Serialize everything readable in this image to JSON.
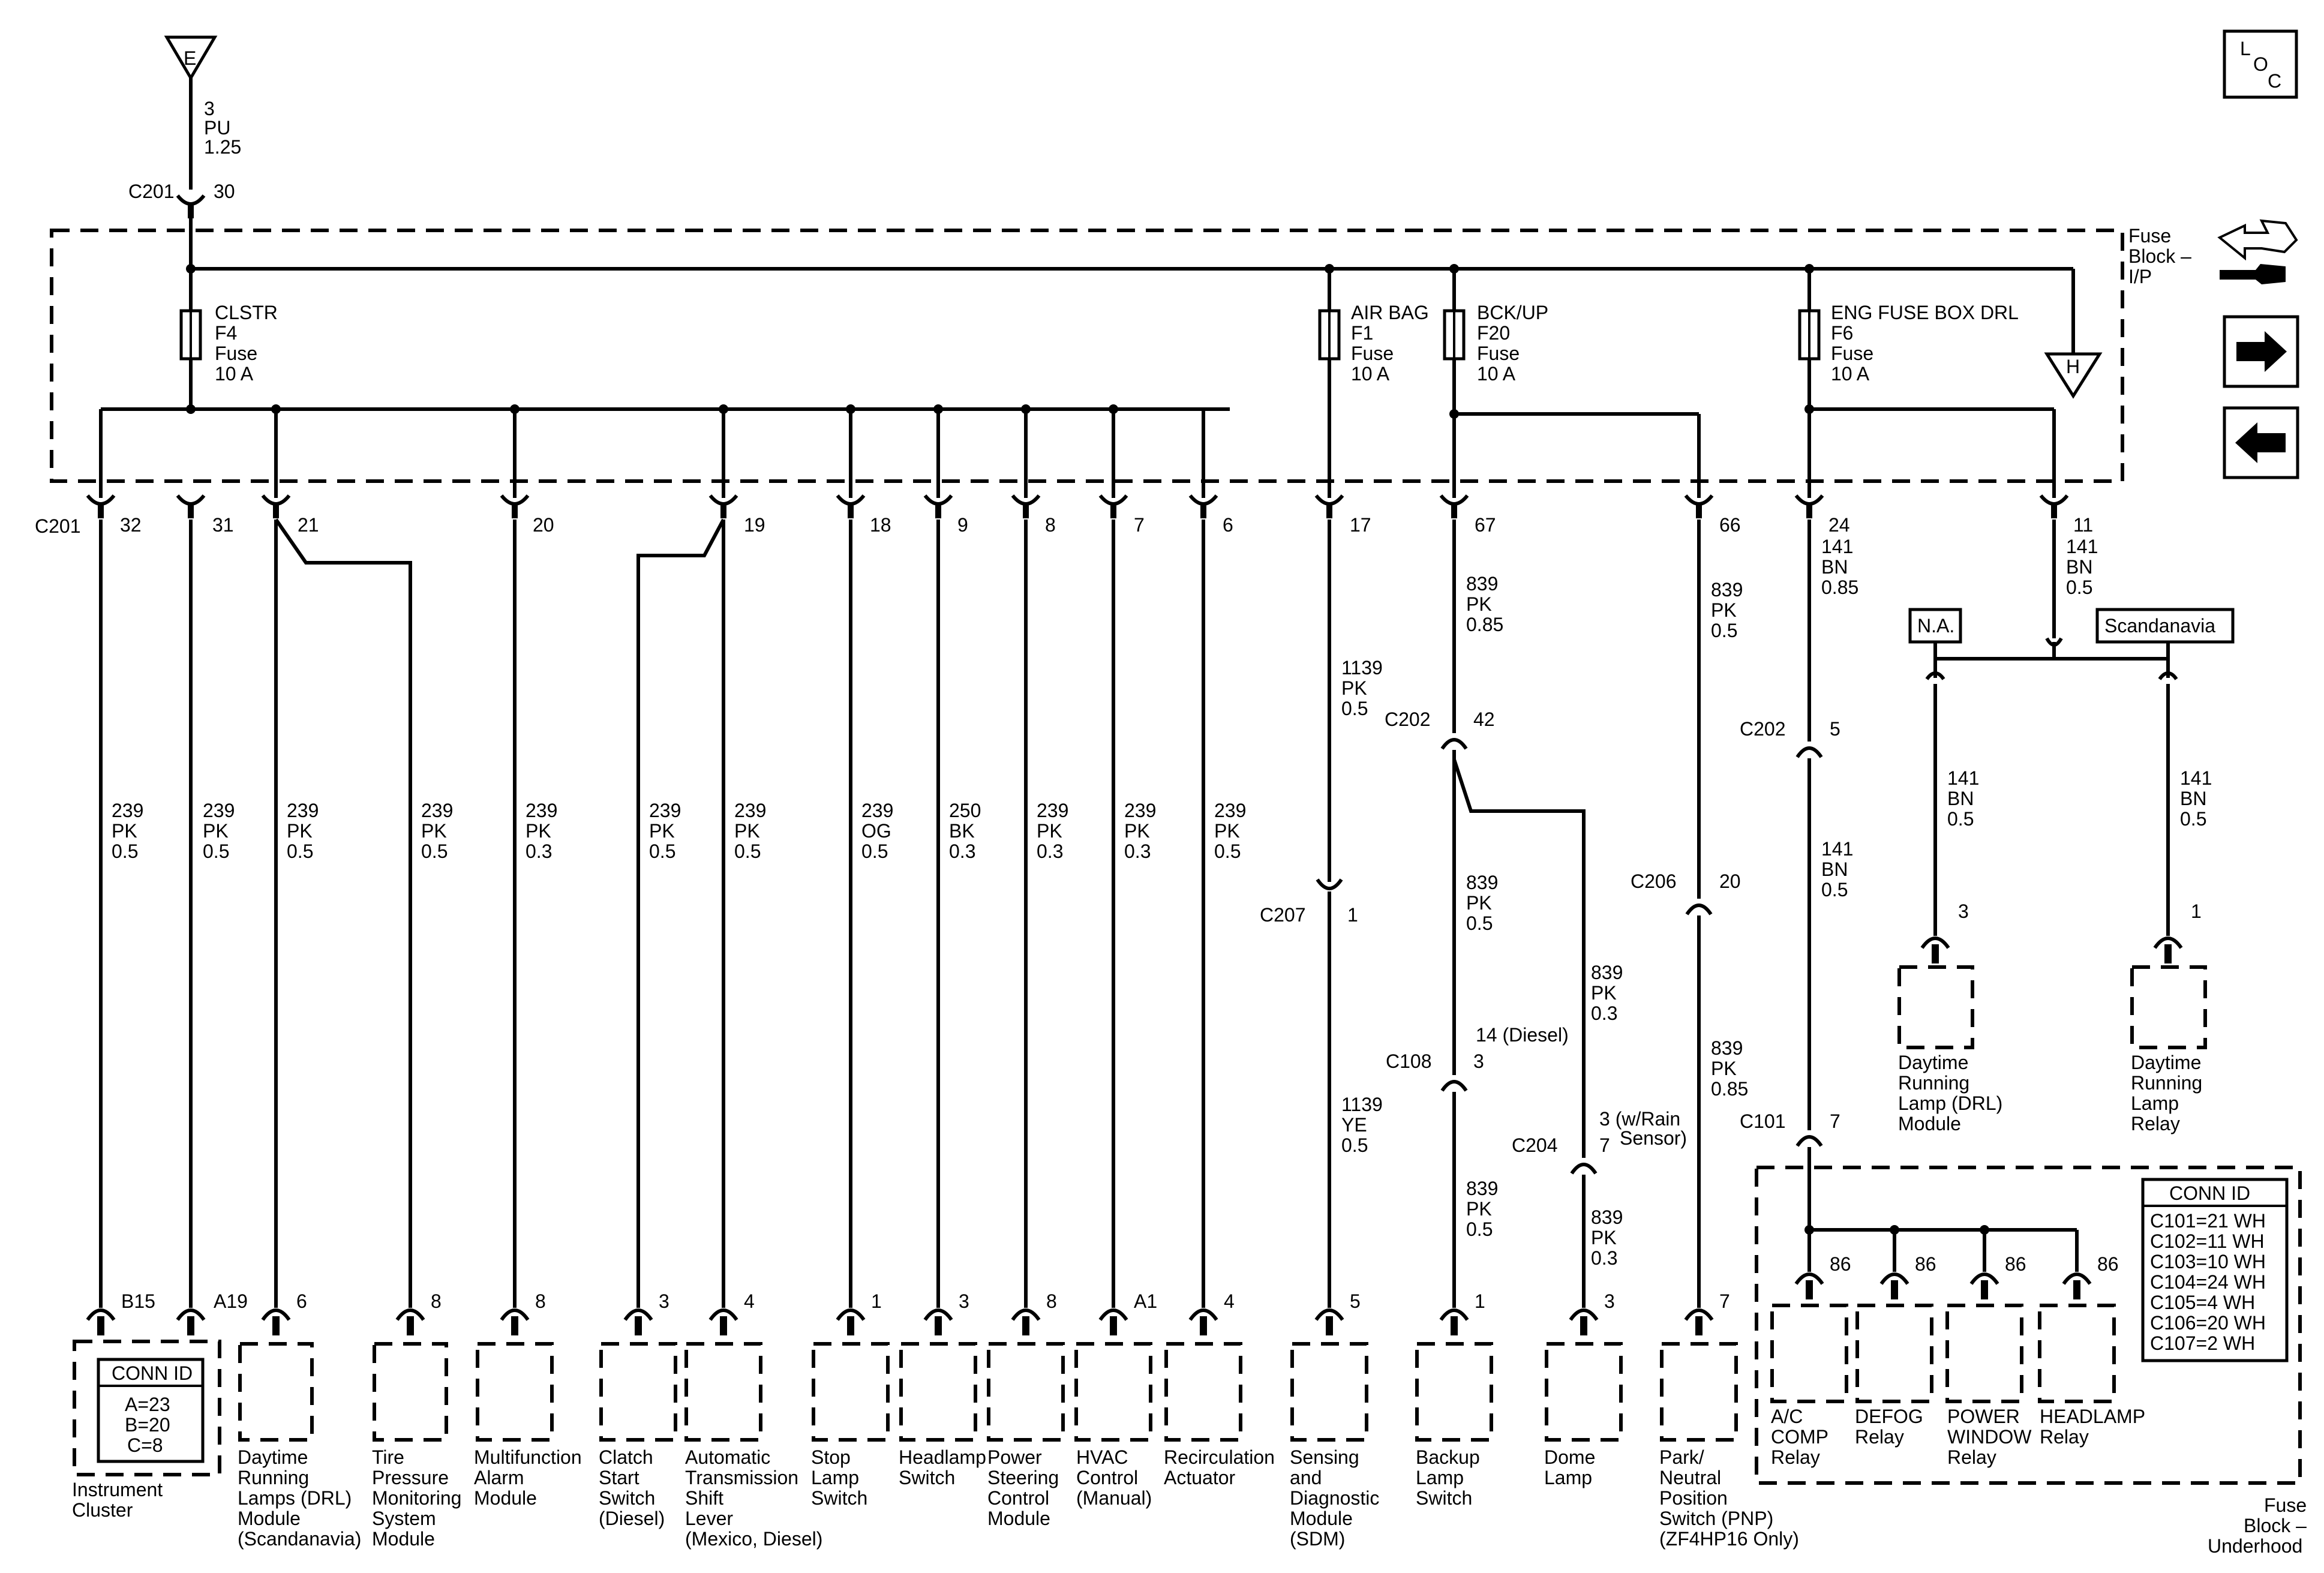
{
  "fuse_block_ip": "Fuse Block – I/P",
  "fuse_block_underhood": "Fuse Block – Underhood",
  "loc": {
    "l": "L",
    "o": "O",
    "c": "C"
  },
  "icons": [
    "nav-swap-icon",
    "next-arrow-icon",
    "prev-arrow-icon"
  ],
  "source": {
    "ref": "E",
    "circuit": "3",
    "color": "PU",
    "gauge": "1.25",
    "conn": "C201",
    "pin": "30"
  },
  "fuses": [
    {
      "name": "CLSTR",
      "id": "F4",
      "type": "Fuse",
      "rating": "10 A"
    },
    {
      "name": "AIR BAG",
      "id": "F1",
      "type": "Fuse",
      "rating": "10 A"
    },
    {
      "name": "BCK/UP",
      "id": "F20",
      "type": "Fuse",
      "rating": "10 A"
    },
    {
      "name": "ENG FUSE BOX DRL",
      "id": "F6",
      "type": "Fuse",
      "rating": "10 A"
    }
  ],
  "ref_h": "H",
  "c201_label": "C201",
  "c201_pins": [
    "32",
    "31",
    "21",
    "20",
    "19",
    "18",
    "9",
    "8",
    "7",
    "6",
    "17",
    "67",
    "66",
    "24",
    "11"
  ],
  "wires": [
    {
      "circuit": "239",
      "color": "PK",
      "gauge": "0.5"
    },
    {
      "circuit": "239",
      "color": "PK",
      "gauge": "0.5"
    },
    {
      "circuit": "239",
      "color": "PK",
      "gauge": "0.5"
    },
    {
      "circuit": "239",
      "color": "PK",
      "gauge": "0.5"
    },
    {
      "circuit": "239",
      "color": "PK",
      "gauge": "0.3"
    },
    {
      "circuit": "239",
      "color": "PK",
      "gauge": "0.5"
    },
    {
      "circuit": "239",
      "color": "PK",
      "gauge": "0.5"
    },
    {
      "circuit": "239",
      "color": "OG",
      "gauge": "0.5"
    },
    {
      "circuit": "250",
      "color": "BK",
      "gauge": "0.3"
    },
    {
      "circuit": "239",
      "color": "PK",
      "gauge": "0.3"
    },
    {
      "circuit": "239",
      "color": "PK",
      "gauge": "0.3"
    },
    {
      "circuit": "239",
      "color": "PK",
      "gauge": "0.5"
    }
  ],
  "right_wires": {
    "w17_top": {
      "circuit": "1139",
      "color": "PK",
      "gauge": "0.5"
    },
    "w17_bot": {
      "circuit": "1139",
      "color": "YE",
      "gauge": "0.5"
    },
    "w67_top": {
      "circuit": "839",
      "color": "PK",
      "gauge": "0.85"
    },
    "w67_mid": {
      "circuit": "839",
      "color": "PK",
      "gauge": "0.5"
    },
    "w67_bot": {
      "circuit": "839",
      "color": "PK",
      "gauge": "0.5"
    },
    "w_dome_top": {
      "circuit": "839",
      "color": "PK",
      "gauge": "0.3"
    },
    "w_dome_bot": {
      "circuit": "839",
      "color": "PK",
      "gauge": "0.3"
    },
    "w66_top": {
      "circuit": "839",
      "color": "PK",
      "gauge": "0.5"
    },
    "w66_bot": {
      "circuit": "839",
      "color": "PK",
      "gauge": "0.85"
    },
    "w24_top": {
      "circuit": "141",
      "color": "BN",
      "gauge": "0.85"
    },
    "w24_bot": {
      "circuit": "141",
      "color": "BN",
      "gauge": "0.5"
    },
    "w11_top": {
      "circuit": "141",
      "color": "BN",
      "gauge": "0.5"
    },
    "w_na": {
      "circuit": "141",
      "color": "BN",
      "gauge": "0.5"
    },
    "w_sc": {
      "circuit": "141",
      "color": "BN",
      "gauge": "0.5"
    }
  },
  "inline_conns": {
    "c207": {
      "name": "C207",
      "pin": "1"
    },
    "c202a": {
      "name": "C202",
      "pin": "42"
    },
    "c202b": {
      "name": "C202",
      "pin": "5"
    },
    "c206": {
      "name": "C206",
      "pin": "20"
    },
    "c108": {
      "name": "C108",
      "pin": "3",
      "note": "14 (Diesel)"
    },
    "c204": {
      "name": "C204",
      "pin": "7",
      "note1": "3 (w/Rain",
      "note2": "Sensor)"
    },
    "c101": {
      "name": "C101",
      "pin": "7"
    }
  },
  "options": {
    "na": "N.A.",
    "sc": "Scandanavia"
  },
  "components": [
    {
      "pin": "B15",
      "pin2": "A19",
      "lines": [
        "Instrument",
        "Cluster"
      ]
    },
    {
      "pin": "6",
      "lines": [
        "Daytime",
        "Running",
        "Lamps (DRL)",
        "Module",
        "(Scandanavia)"
      ]
    },
    {
      "pin": "8",
      "lines": [
        "Tire",
        "Pressure",
        "Monitoring",
        "System",
        "Module"
      ]
    },
    {
      "pin": "8",
      "lines": [
        "Multifunction",
        "Alarm",
        "Module"
      ]
    },
    {
      "pin": "3",
      "lines": [
        "Clatch",
        "Start",
        "Switch",
        "(Diesel)"
      ]
    },
    {
      "pin": "4",
      "lines": [
        "Automatic",
        "Transmission",
        "Shift",
        "Lever",
        "(Mexico, Diesel)"
      ]
    },
    {
      "pin": "1",
      "lines": [
        "Stop",
        "Lamp",
        "Switch"
      ]
    },
    {
      "pin": "3",
      "lines": [
        "Headlamp",
        "Switch"
      ]
    },
    {
      "pin": "8",
      "lines": [
        "Power",
        "Steering",
        "Control",
        "Module"
      ]
    },
    {
      "pin": "A1",
      "lines": [
        "HVAC",
        "Control",
        "(Manual)"
      ]
    },
    {
      "pin": "4",
      "lines": [
        "Recirculation",
        "Actuator"
      ]
    },
    {
      "pin": "5",
      "lines": [
        "Sensing",
        "and",
        "Diagnostic",
        "Module",
        "(SDM)"
      ]
    },
    {
      "pin": "1",
      "lines": [
        "Backup",
        "Lamp",
        "Switch"
      ]
    },
    {
      "pin": "3",
      "lines": [
        "Dome",
        "Lamp"
      ]
    },
    {
      "pin": "7",
      "lines": [
        "Park/",
        "Neutral",
        "Position",
        "Switch (PNP)",
        "(ZF4HP16 Only)"
      ]
    },
    {
      "pin": "3",
      "lines": [
        "Daytime",
        "Running",
        "Lamp (DRL)",
        "Module"
      ]
    },
    {
      "pin": "1",
      "lines": [
        "Daytime",
        "Running",
        "Lamp",
        "Relay"
      ]
    }
  ],
  "cluster_conn": {
    "title": "CONN ID",
    "rows": [
      "A=23",
      "B=20",
      "C=8"
    ]
  },
  "relays": [
    {
      "pin": "86",
      "lines": [
        "A/C",
        "COMP",
        "Relay"
      ]
    },
    {
      "pin": "86",
      "lines": [
        "DEFOG",
        "Relay"
      ]
    },
    {
      "pin": "86",
      "lines": [
        "POWER",
        "WINDOW",
        "Relay"
      ]
    },
    {
      "pin": "86",
      "lines": [
        "HEADLAMP",
        "Relay"
      ]
    }
  ],
  "conn_table": {
    "title": "CONN ID",
    "rows": [
      "C101=21 WH",
      "C102=11 WH",
      "C103=10 WH",
      "C104=24 WH",
      "C105=4 WH",
      "C106=20 WH",
      "C107=2 WH"
    ]
  }
}
